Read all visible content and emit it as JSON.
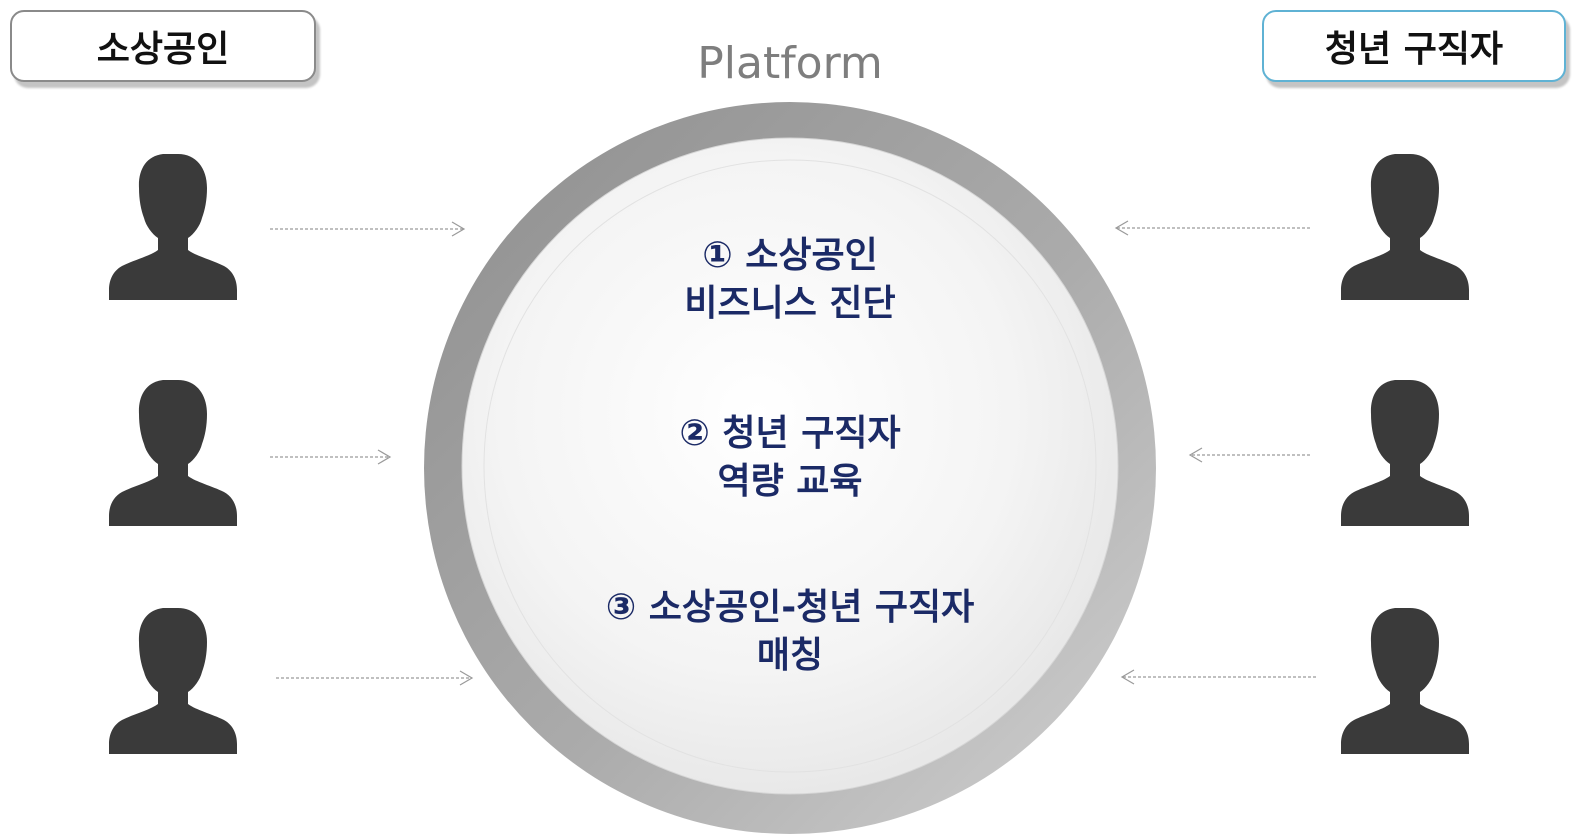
{
  "groups": {
    "left": "소상공인",
    "right": "청년 구직자"
  },
  "platform": {
    "label": "Platform",
    "steps": [
      {
        "line1": "① 소상공인",
        "line2": "비즈니스 진단"
      },
      {
        "line1": "② 청년 구직자",
        "line2": "역량 교육"
      },
      {
        "line1": "③ 소상공인-청년 구직자",
        "line2": "매칭"
      }
    ]
  },
  "colors": {
    "person": "#3a3a3a",
    "step_text": "#1b2a66",
    "ring": "#a8a8a8",
    "left_border": "#8a8a8a",
    "right_border": "#5fb2d4",
    "arrow": "#9a9a9a"
  },
  "icons": {
    "person": "person-silhouette-icon",
    "arrow": "dotted-arrow-icon"
  }
}
